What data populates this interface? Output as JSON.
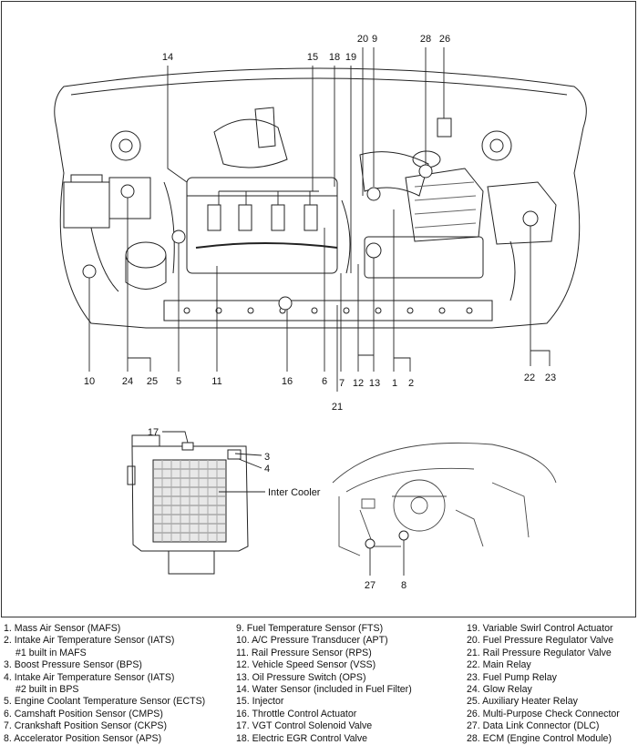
{
  "inter_cooler_label": "Inter Cooler",
  "callouts": [
    "1",
    "2",
    "3",
    "4",
    "5",
    "6",
    "7",
    "8",
    "9",
    "10",
    "11",
    "12",
    "13",
    "14",
    "15",
    "16",
    "17",
    "18",
    "19",
    "20",
    "21",
    "22",
    "23",
    "24",
    "25",
    "26",
    "27",
    "28"
  ],
  "legend": {
    "col1": [
      {
        "text": "1. Mass Air Sensor (MAFS)"
      },
      {
        "text": "2. Intake Air Temperature Sensor (IATS)"
      },
      {
        "text": "#1 built in MAFS",
        "sub": true
      },
      {
        "text": "3. Boost Pressure Sensor (BPS)"
      },
      {
        "text": "4. Intake Air Temperature Sensor (IATS)"
      },
      {
        "text": "#2 built in BPS",
        "sub": true
      },
      {
        "text": "5. Engine Coolant Temperature Sensor (ECTS)"
      },
      {
        "text": "6. Camshaft Position Sensor (CMPS)"
      },
      {
        "text": "7. Crankshaft Position Sensor (CKPS)"
      },
      {
        "text": "8. Accelerator Position Sensor (APS)"
      }
    ],
    "col2": [
      {
        "text": "9. Fuel Temperature Sensor (FTS)"
      },
      {
        "text": "10. A/C Pressure Transducer (APT)"
      },
      {
        "text": "11. Rail Pressure Sensor (RPS)"
      },
      {
        "text": "12. Vehicle Speed Sensor (VSS)"
      },
      {
        "text": "13. Oil Pressure Switch (OPS)"
      },
      {
        "text": "14. Water Sensor (included in Fuel Filter)"
      },
      {
        "text": "15. Injector"
      },
      {
        "text": "16. Throttle Control Actuator"
      },
      {
        "text": "17. VGT Control Solenoid Valve"
      },
      {
        "text": "18. Electric EGR Control Valve"
      }
    ],
    "col3": [
      {
        "text": "19. Variable Swirl Control Actuator"
      },
      {
        "text": "20. Fuel Pressure Regulator Valve"
      },
      {
        "text": "21. Rail Pressure Regulator Valve"
      },
      {
        "text": "22. Main Relay"
      },
      {
        "text": "23. Fuel Pump Relay"
      },
      {
        "text": "24. Glow Relay"
      },
      {
        "text": "25. Auxiliary Heater Relay"
      },
      {
        "text": "26. Multi-Purpose Check Connector"
      },
      {
        "text": "27. Data Link Connector (DLC)"
      },
      {
        "text": "28. ECM (Engine Control Module)"
      }
    ]
  }
}
